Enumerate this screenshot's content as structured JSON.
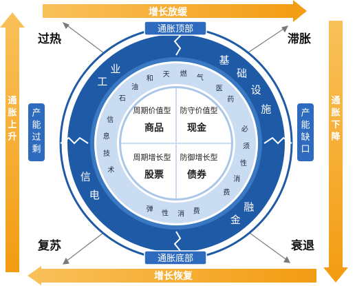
{
  "arrows": {
    "top": "增长放缓",
    "bottom": "增长恢复",
    "left": "通胀上升",
    "right": "通胀下降"
  },
  "corners": {
    "top_left": "过热",
    "top_right": "滞胀",
    "bottom_left": "复苏",
    "bottom_right": "衰退"
  },
  "boxes": {
    "top": "通胀顶部",
    "bottom": "通胀底部",
    "left": "产能过剩",
    "right": "产能缺口"
  },
  "ring_outer": {
    "industry": [
      "工",
      "业"
    ],
    "infra": [
      "基",
      "础",
      "设",
      "施"
    ],
    "telecom": [
      "电",
      "信"
    ],
    "finance": [
      "金",
      "融"
    ]
  },
  "ring_middle": {
    "oil": [
      "石",
      "油",
      "和",
      "天",
      "燃",
      "气"
    ],
    "medical": [
      "医",
      "药"
    ],
    "necessities": [
      "必",
      "须",
      "性",
      "消",
      "费"
    ],
    "info_tech": [
      "信",
      "息",
      "技",
      "术"
    ],
    "elastic": [
      "弹",
      "性",
      "消",
      "费"
    ]
  },
  "quadrants": {
    "tl_type": "周期价值型",
    "tl_asset": "商品",
    "tr_type": "防守价值型",
    "tr_asset": "现金",
    "bl_type": "周期增长型",
    "bl_asset": "股票",
    "br_type": "防御增长型",
    "br_asset": "债券"
  },
  "colors": {
    "arrow": "#f5a623",
    "dark_blue": "#1f5aa6",
    "mid_blue": "#3a78c2",
    "light_blue": "#b9d1ec",
    "box_blue": "#2e6bbf"
  }
}
